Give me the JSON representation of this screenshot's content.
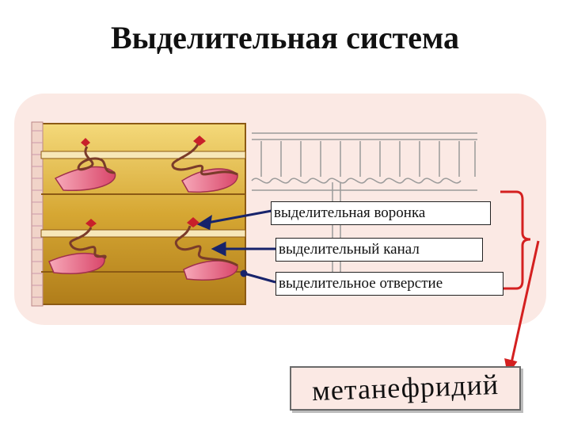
{
  "title": "Выделительная система",
  "labels": {
    "funnel": "выделительная воронка",
    "canal": "выделительный канал",
    "pore": "выделительное отверстие"
  },
  "term": "метанефридий",
  "colors": {
    "panel": "#fbe9e4",
    "body_wall": "#c9971e",
    "nephridium": "#e06a86",
    "funnel": "#c8202a",
    "arrow": "#17236b",
    "bracket": "#d42020"
  }
}
